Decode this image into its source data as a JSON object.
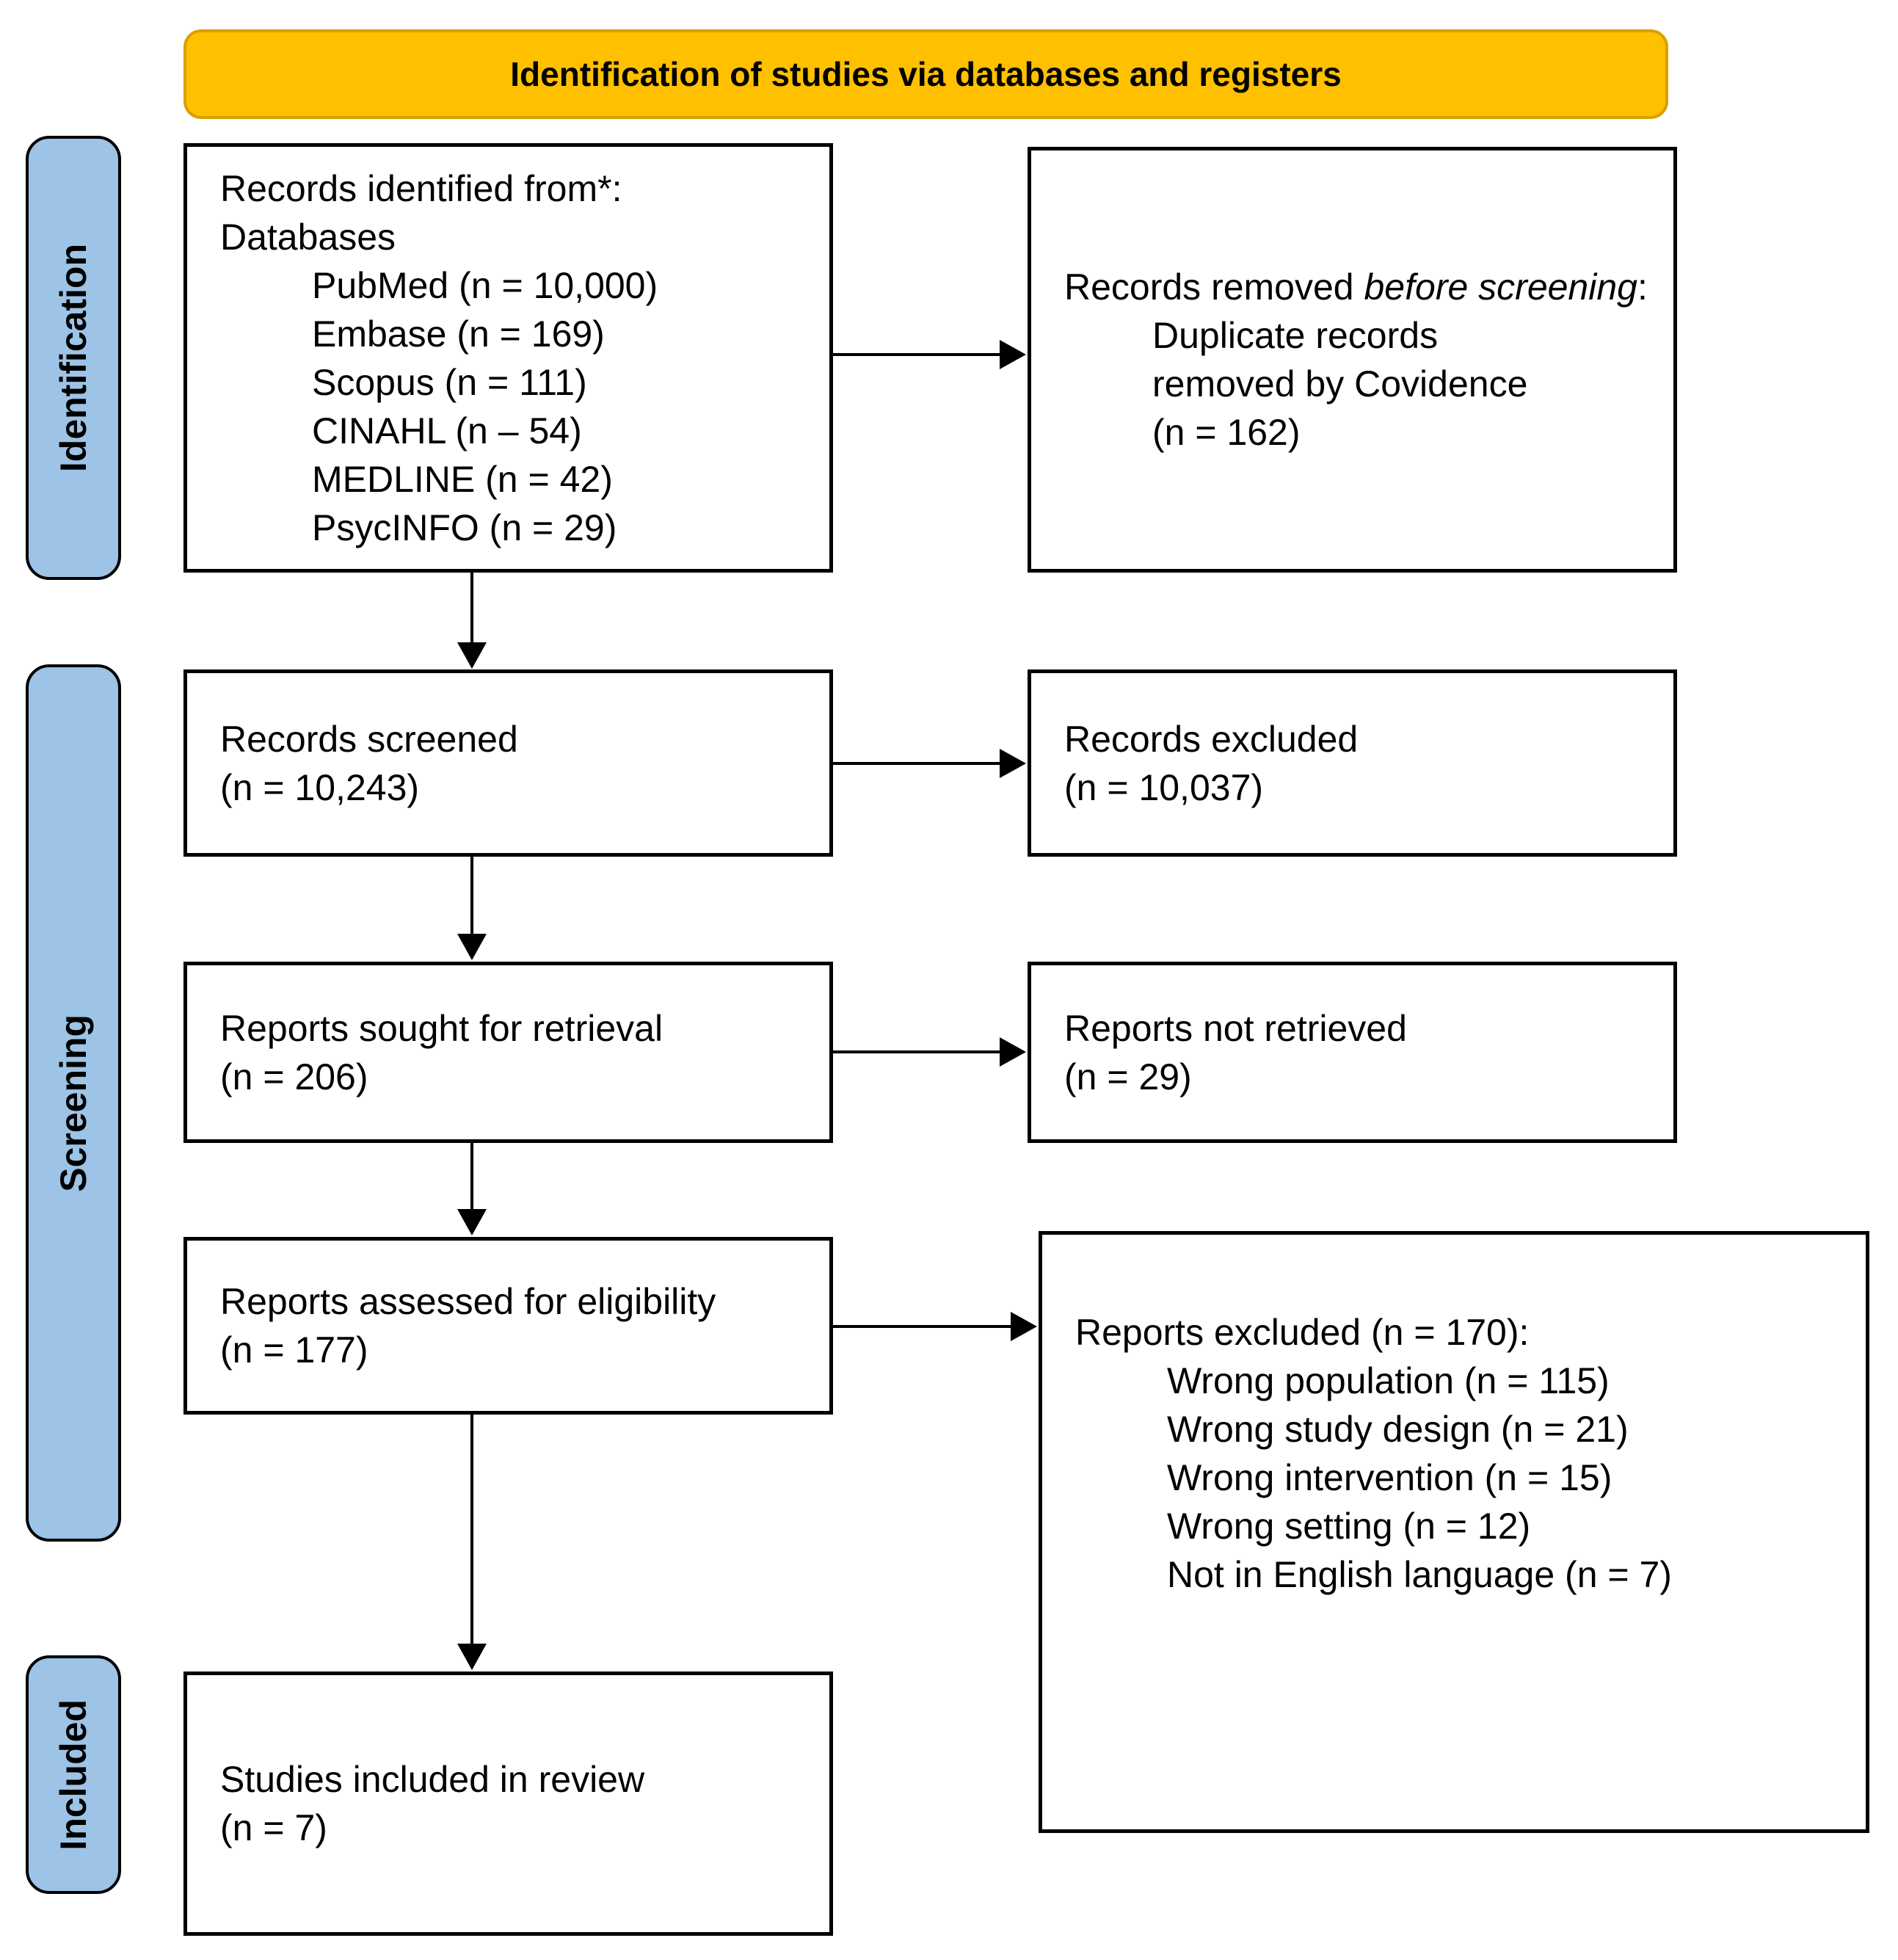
{
  "banner": {
    "label": "Identification of studies via databases and registers"
  },
  "sidebar": {
    "stages": [
      {
        "label": "Identification"
      },
      {
        "label": "Screening"
      },
      {
        "label": "Included"
      }
    ]
  },
  "colors": {
    "banner_fill": "#FFC000",
    "banner_border": "#DC9F00",
    "stage_fill": "#9DC3E6",
    "box_border": "#000000",
    "text": "#000000"
  },
  "boxes": {
    "identified": {
      "line1": "Records identified from*:",
      "line2": "Databases",
      "items": [
        "PubMed (n = 10,000)",
        "Embase (n = 169)",
        "Scopus (n = 111)",
        "CINAHL (n – 54)",
        "MEDLINE (n = 42)",
        "PsycINFO (n = 29)"
      ]
    },
    "removed": {
      "prefix": "Records removed ",
      "italic": "before screening",
      "suffix": ":",
      "items": [
        "Duplicate records removed by Covidence (n = 162)"
      ]
    },
    "screened": {
      "line1": "Records screened",
      "line2": "(n = 10,243)"
    },
    "excluded": {
      "line1": "Records excluded",
      "line2": "(n = 10,037)"
    },
    "sought": {
      "line1": "Reports sought for retrieval",
      "line2": "(n = 206)"
    },
    "not_retrieved": {
      "line1": "Reports not retrieved",
      "line2": "(n = 29)"
    },
    "assessed": {
      "line1": "Reports assessed for eligibility",
      "line2": "(n = 177)"
    },
    "reports_excluded": {
      "title": "Reports excluded (n = 170):",
      "items": [
        "Wrong population (n = 115)",
        "Wrong study design (n = 21)",
        "Wrong intervention (n = 15)",
        "Wrong setting (n = 12)",
        "Not in English language (n = 7)"
      ]
    },
    "included": {
      "line1": "Studies included in review",
      "line2": "(n = 7)"
    }
  }
}
